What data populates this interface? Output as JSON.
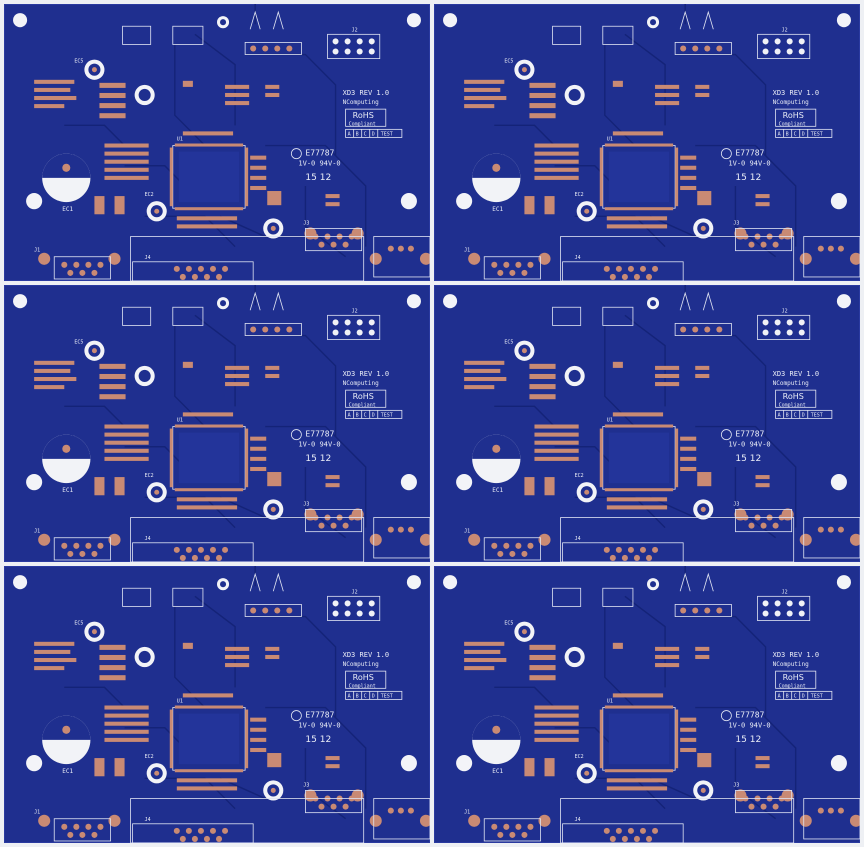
{
  "board": {
    "rows": 3,
    "cols": 2,
    "substrate_color": "#1f2f8f",
    "copper_color": "#c98a74",
    "silkscreen_color": "#e9ecf6",
    "background_color": "#eef0f4"
  },
  "markings": {
    "rev": "XD3 REV 1.0",
    "maker": "NComputing",
    "rohs_top": "RoHS",
    "rohs_bottom": "Compliant",
    "ul_file": "E77787",
    "flammability": "1V-0 94V-0",
    "date_code": "15 12",
    "grid_cells": [
      "A",
      "B",
      "C",
      "D",
      "TEST"
    ]
  },
  "labels": {
    "ec1": "EC1",
    "ec2": "EC2",
    "ec5": "EC5",
    "j1": "J1",
    "j2": "J2",
    "j3": "J3",
    "j4": "J4",
    "u1": "U1"
  }
}
